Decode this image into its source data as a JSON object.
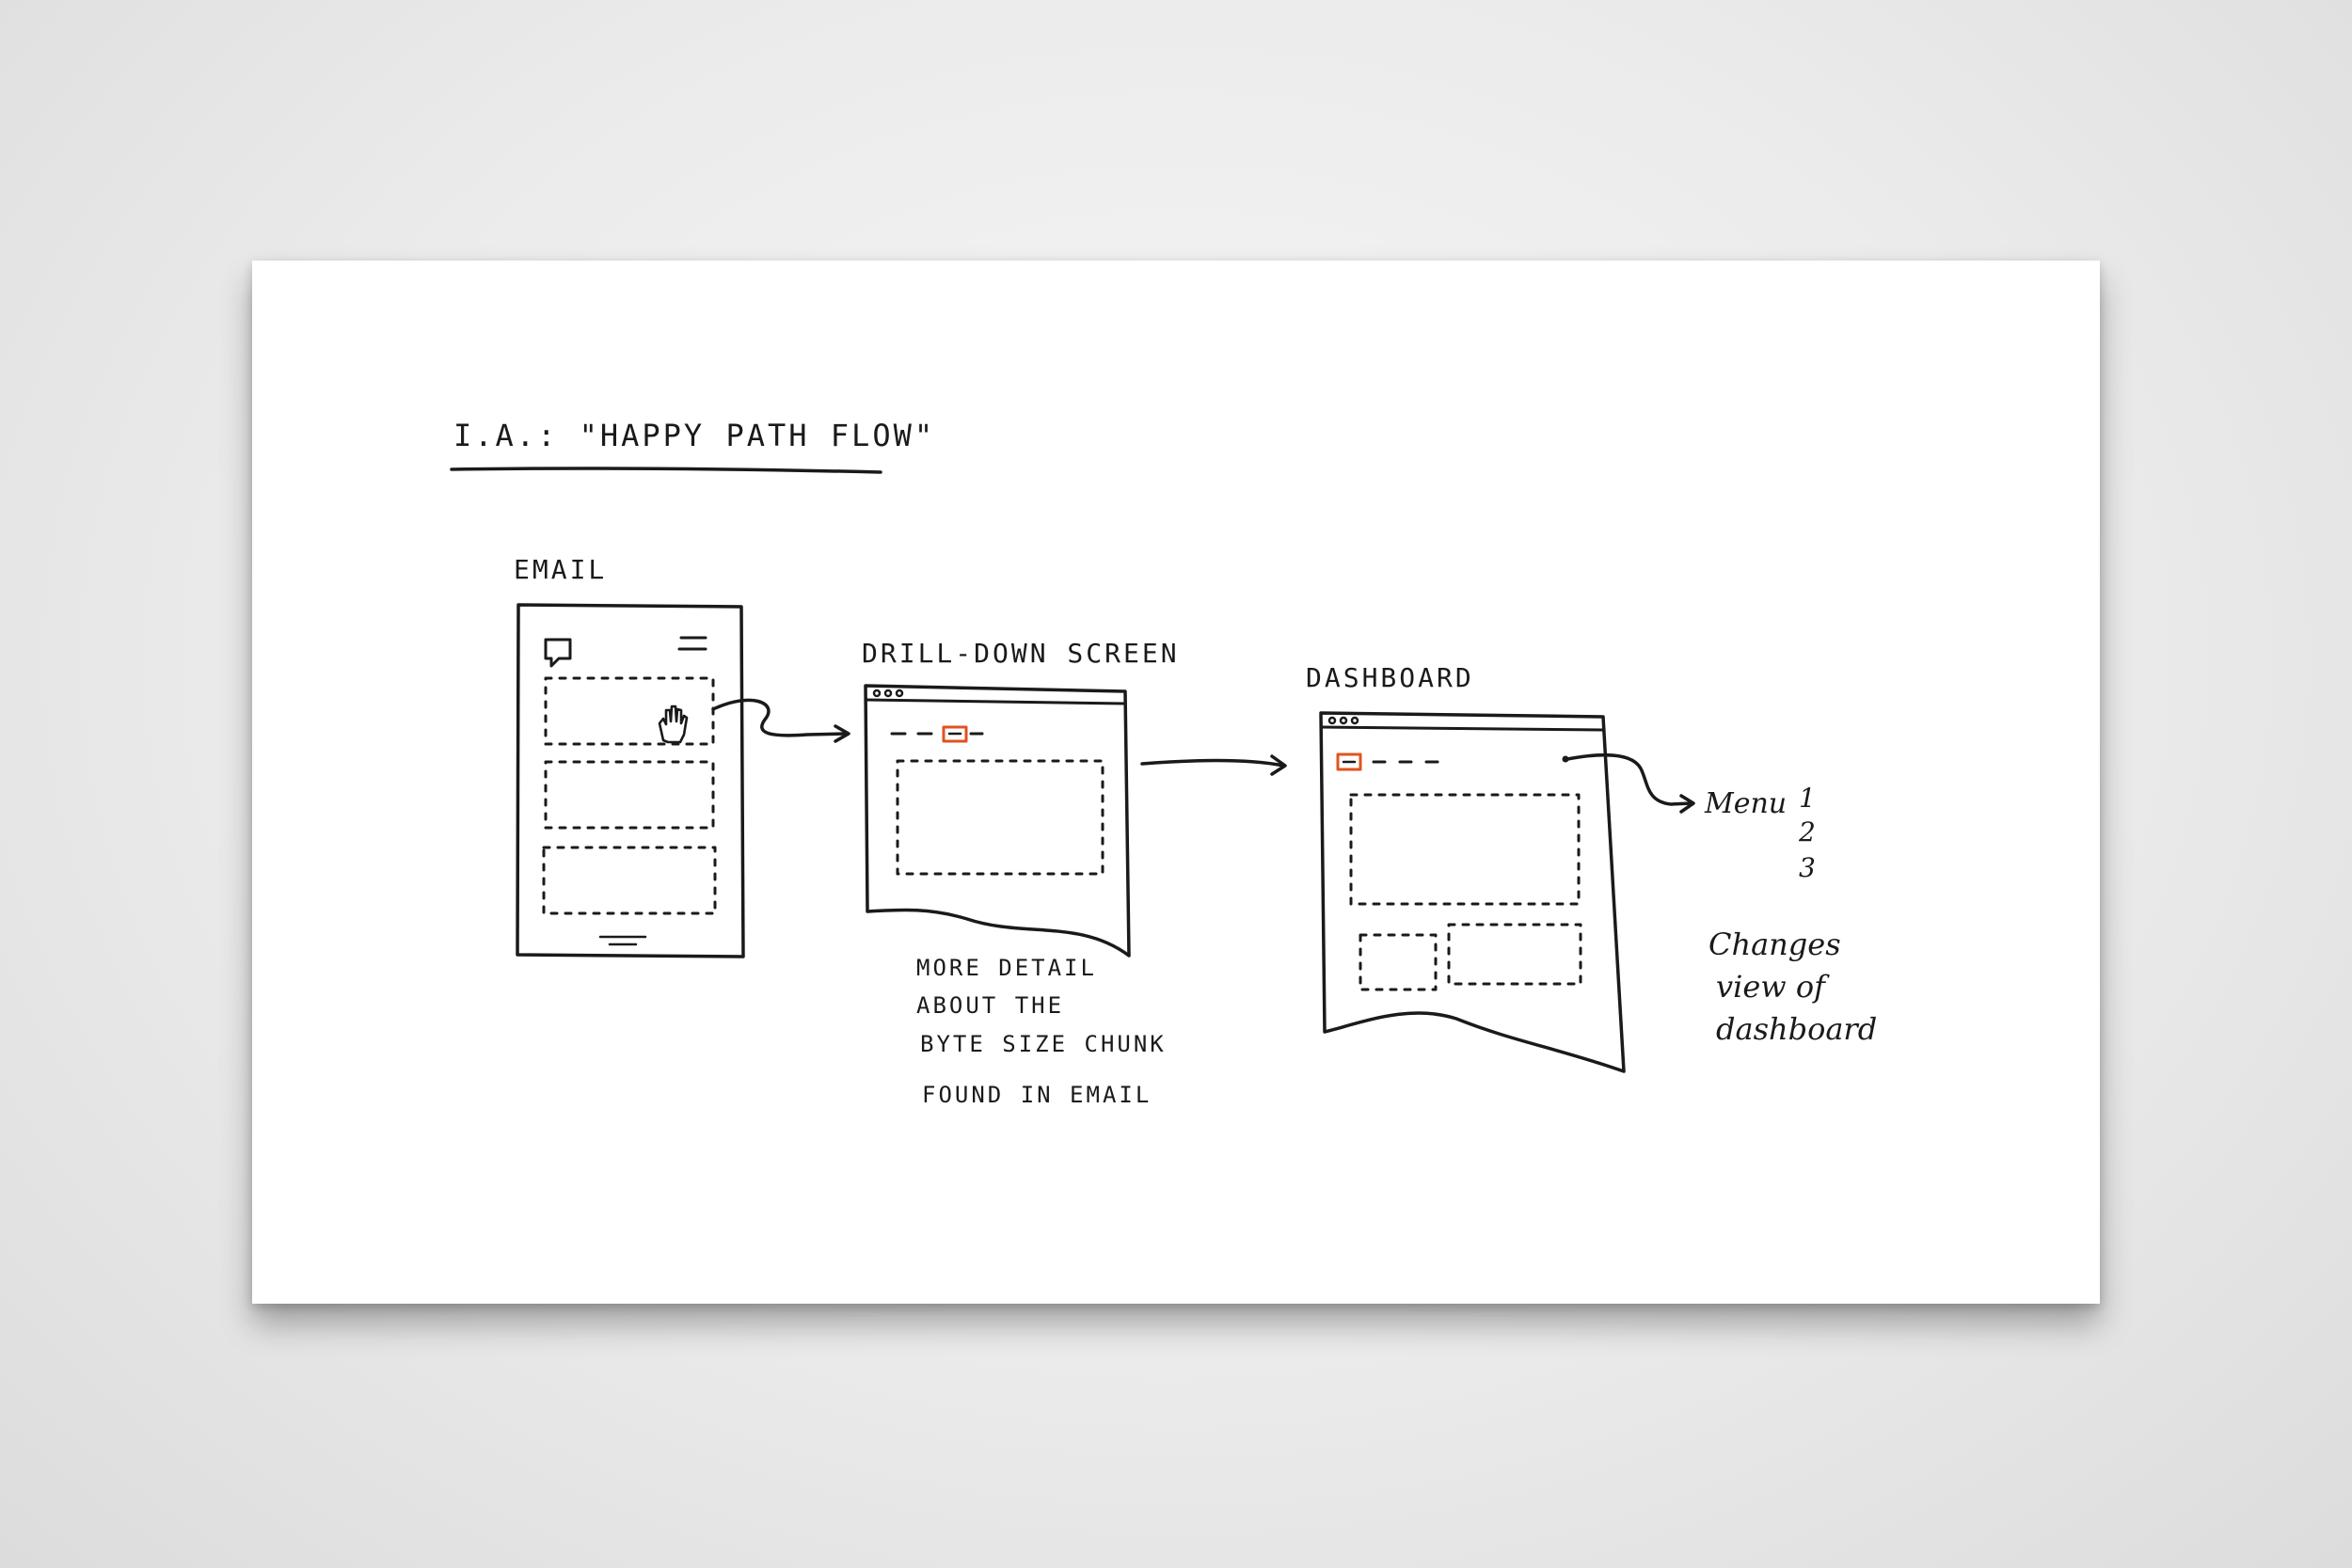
{
  "title": "I.A.: \"HAPPY PATH FLOW\"",
  "screens": {
    "email": {
      "label": "EMAIL"
    },
    "drill_down": {
      "label": "DRILL-DOWN SCREEN",
      "note": [
        "MORE DETAIL",
        "ABOUT THE",
        "BYTE SIZE CHUNK",
        "FOUND IN EMAIL"
      ]
    },
    "dashboard": {
      "label": "DASHBOARD"
    }
  },
  "menu": {
    "label": "Menu",
    "items": [
      "1",
      "2",
      "3"
    ],
    "note": [
      "Changes",
      "view of",
      "dashboard"
    ]
  },
  "colors": {
    "ink": "#1a1a1a",
    "accent": "#e0531f"
  }
}
